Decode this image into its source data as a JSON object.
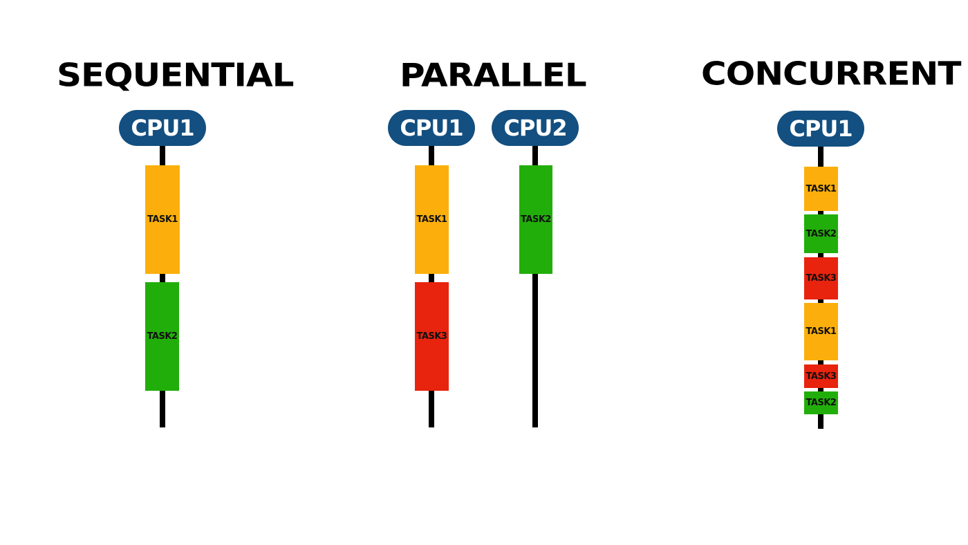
{
  "colors": {
    "cpu_fill": "#134f80",
    "task1": "#fcaf0c",
    "task2": "#22ae0a",
    "task3": "#e8230e",
    "timeline": "#000000"
  },
  "sequential": {
    "title": "SEQUENTIAL",
    "cpu1": {
      "label": "CPU1",
      "tasks": [
        {
          "label": "TASK1",
          "kind": "task1"
        },
        {
          "label": "TASK2",
          "kind": "task2"
        }
      ]
    }
  },
  "parallel": {
    "title": "PARALLEL",
    "cpu1": {
      "label": "CPU1",
      "tasks": [
        {
          "label": "TASK1",
          "kind": "task1"
        },
        {
          "label": "TASK3",
          "kind": "task3"
        }
      ]
    },
    "cpu2": {
      "label": "CPU2",
      "tasks": [
        {
          "label": "TASK2",
          "kind": "task2"
        }
      ]
    }
  },
  "concurrent": {
    "title": "CONCURRENT",
    "cpu1": {
      "label": "CPU1",
      "tasks": [
        {
          "label": "TASK1",
          "kind": "task1"
        },
        {
          "label": "TASK2",
          "kind": "task2"
        },
        {
          "label": "TASK3",
          "kind": "task3"
        },
        {
          "label": "TASK1",
          "kind": "task1"
        },
        {
          "label": "TASK3",
          "kind": "task3"
        },
        {
          "label": "TASK2",
          "kind": "task2"
        }
      ]
    }
  }
}
